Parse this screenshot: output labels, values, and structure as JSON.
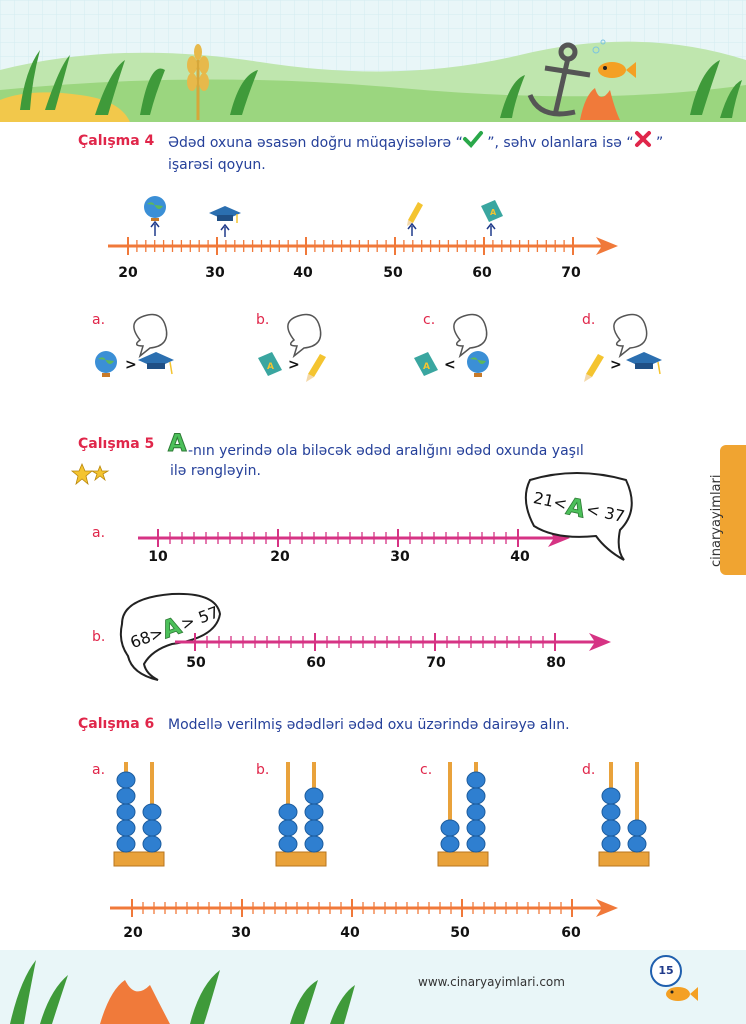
{
  "header": {},
  "exercise4": {
    "title": "Çalışma 4",
    "instruction_line1": "Ədəd oxuna əsasən doğru müqayisələrə “",
    "instruction_mid": " ”, səhv olanlara isə  “",
    "instruction_end": " ”",
    "instruction_line2": "işarəsi qoyun.",
    "axis_ticks": [
      "20",
      "30",
      "40",
      "50",
      "60",
      "70"
    ],
    "item_labels": [
      "a.",
      "b.",
      "c.",
      "d."
    ],
    "comparisons": [
      ">",
      ">",
      "<",
      ">"
    ]
  },
  "exercise5": {
    "title": "Çalışma 5",
    "badge": "A",
    "instruction_line1": "-nın yerində ola biləcək ədəd aralığını ədəd oxunda yaşıl",
    "instruction_line2": "ilə rəngləyin.",
    "a": {
      "label": "a.",
      "ticks": [
        "10",
        "20",
        "30",
        "40"
      ],
      "bubble_left": "21<",
      "bubble_A": "A",
      "bubble_right": "< 37"
    },
    "b": {
      "label": "b.",
      "ticks": [
        "50",
        "60",
        "70",
        "80"
      ],
      "bubble_left": "68>",
      "bubble_A": "A",
      "bubble_right": "> 57"
    }
  },
  "exercise6": {
    "title": "Çalışma 6",
    "instruction": "Modellə verilmiş ədədləri ədəd oxu üzərində dairəyə alın.",
    "item_labels": [
      "a.",
      "b.",
      "c.",
      "d."
    ],
    "abacus_beads": [
      [
        5,
        3
      ],
      [
        3,
        4
      ],
      [
        2,
        5
      ],
      [
        4,
        2
      ]
    ],
    "axis_ticks": [
      "20",
      "30",
      "40",
      "50",
      "60"
    ]
  },
  "sidebar": {
    "text": "cinaryayimlari"
  },
  "footer": {
    "url": "www.cinaryayimlari.com",
    "page_number": "15"
  },
  "colors": {
    "title_red": "#e0264a",
    "instruction_blue": "#25409a",
    "axis_orange": "#f0793a",
    "axis_magenta": "#d63384",
    "bead_blue": "#2f7fd0",
    "check_green": "#2aa84a",
    "cross_red": "#e0264a"
  }
}
